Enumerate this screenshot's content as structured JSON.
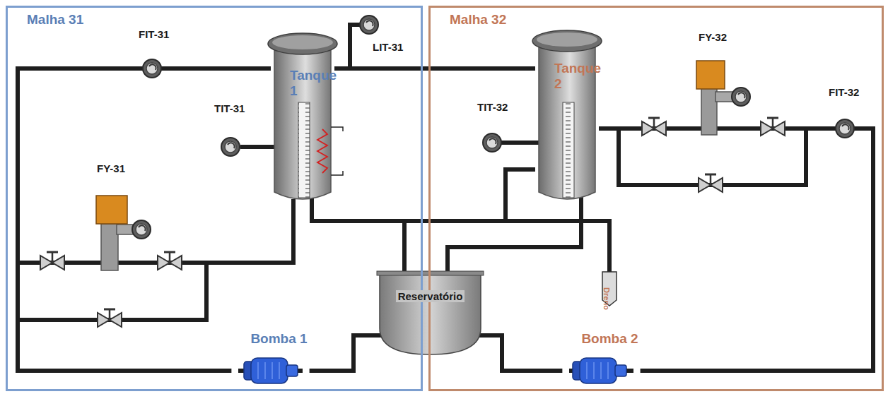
{
  "diagram": {
    "nodes": [
      {
        "text": [
          "Malha 31"
        ]
      },
      {
        "text": [
          "Tanque 1"
        ],
        "in": 0
      },
      {
        "text": [
          "Bomba 1"
        ],
        "in": 0
      },
      {
        "text": [
          "Malha 32"
        ]
      },
      {
        "text": [
          "Tanque 2"
        ],
        "in": 3
      },
      {
        "text": [
          "Dreno"
        ],
        "in": 3
      },
      {
        "text": [
          "Bomba 2"
        ],
        "in": 3
      },
      {
        "text": [
          "Reservatório"
        ]
      }
    ],
    "edges": [
      {
        "from": 7,
        "to": 2,
        "arrow": "none"
      },
      {
        "from": 2,
        "to": 1,
        "arrow": "none"
      },
      {
        "from": 1,
        "to": 7,
        "arrow": "none"
      },
      {
        "from": 1,
        "to": 4,
        "arrow": "none"
      },
      {
        "from": 4,
        "to": 7,
        "arrow": "none"
      },
      {
        "from": 4,
        "to": 5,
        "arrow": "none"
      },
      {
        "from": 7,
        "to": 6,
        "arrow": "none"
      },
      {
        "from": 6,
        "to": 4,
        "arrow": "none"
      }
    ],
    "labels": [
      "FIT-31",
      "LIT-31",
      "TIT-31",
      "FY-31",
      "FY-32",
      "TIT-32",
      "FIT-32"
    ]
  }
}
